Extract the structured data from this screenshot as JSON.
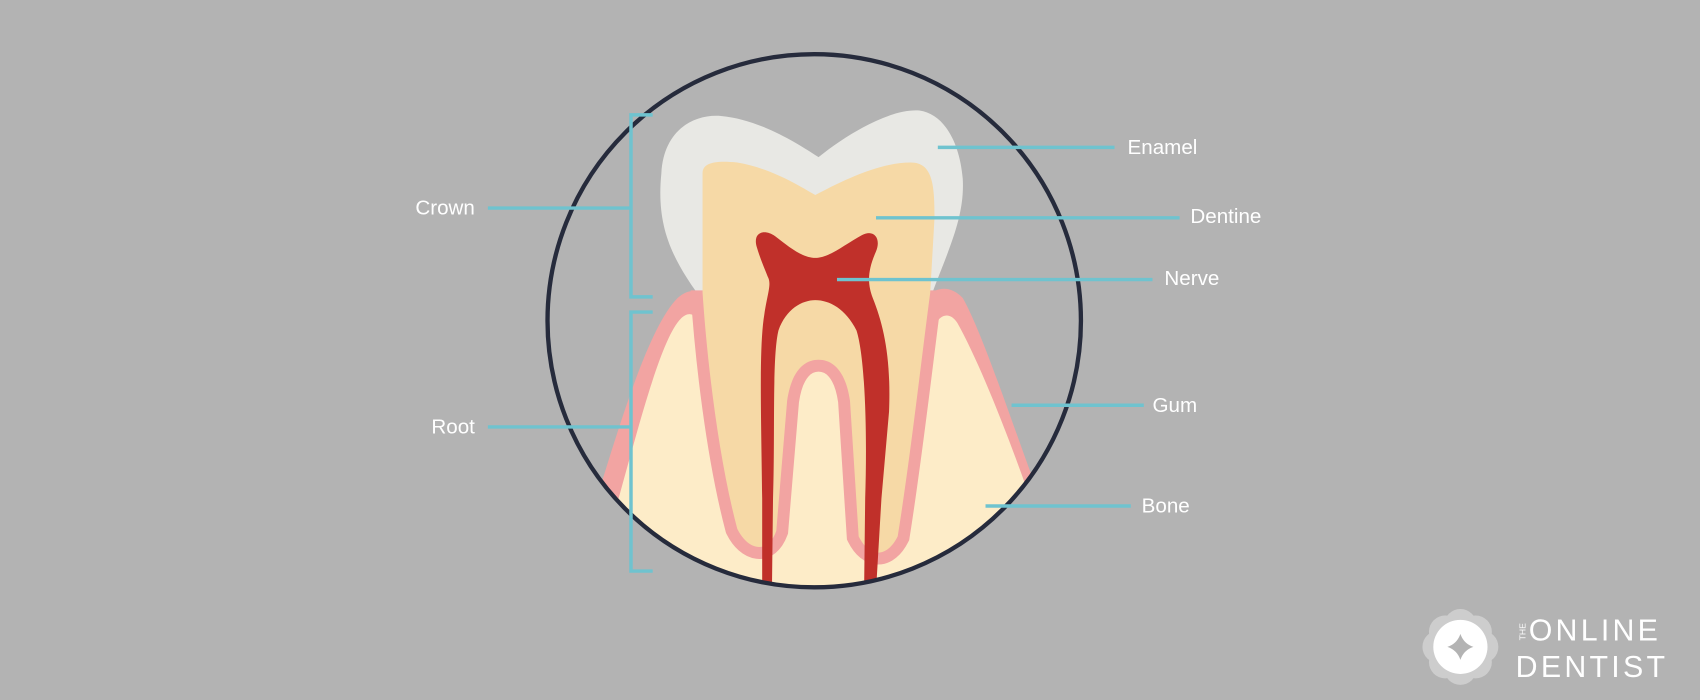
{
  "diagram": {
    "labels": {
      "crown": "Crown",
      "root": "Root",
      "enamel": "Enamel",
      "dentine": "Dentine",
      "nerve": "Nerve",
      "gum": "Gum",
      "bone": "Bone"
    },
    "colors": {
      "background": "#b3b3b3",
      "circle": "#262b3c",
      "leader": "#6fc3cf",
      "enamel": "#e8e8e4",
      "dentine": "#f6d9a6",
      "nerve": "#c0302a",
      "gum": "#f2a4a2",
      "bone": "#fdecc8"
    }
  },
  "logo": {
    "the": "THE",
    "line1": "ONLINE",
    "line2": "DENTIST"
  }
}
